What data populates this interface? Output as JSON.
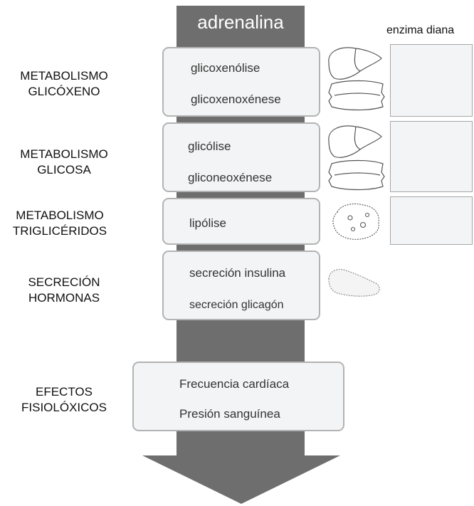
{
  "arrow": {
    "label": "adrenalina",
    "color": "#6e6e6e"
  },
  "target_column": {
    "label": "enzima diana"
  },
  "categories": [
    {
      "label": "METABOLISMO\nGLICÓXENO"
    },
    {
      "label": "METABOLISMO\nGLICOSA"
    },
    {
      "label": "METABOLISMO\nTRIGLICÉRIDOS"
    },
    {
      "label": "SECRECIÓN\nHORMONAS"
    },
    {
      "label": "EFECTOS\nFISIOLÓXICOS"
    }
  ],
  "boxes": [
    {
      "processes": [
        "glicoxenólise",
        "glicoxenoxénese"
      ],
      "icons": [
        "liver-icon",
        "muscle-icon"
      ]
    },
    {
      "processes": [
        "glicólise",
        "gliconeoxénese"
      ],
      "icons": [
        "liver-icon",
        "muscle-icon"
      ]
    },
    {
      "processes": [
        "lipólise"
      ],
      "icons": [
        "adipocyte-icon"
      ]
    },
    {
      "processes": [
        "secreción insulina",
        "secreción glicagón"
      ],
      "icons": [
        "pancreas-icon"
      ]
    },
    {
      "processes": [
        "Frecuencia cardíaca",
        "Presión sanguínea"
      ],
      "icons": []
    }
  ]
}
